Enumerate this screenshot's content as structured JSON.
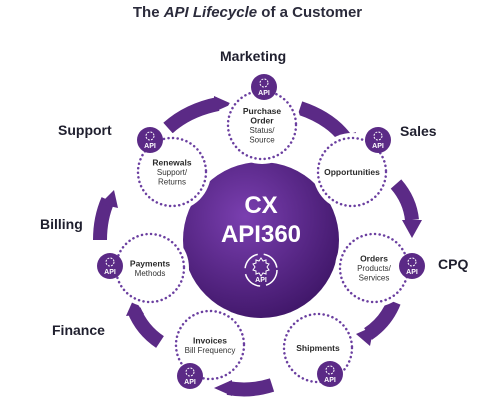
{
  "title": {
    "prefix": "The ",
    "emphasis": "API Lifecycle",
    "suffix": " of a Customer"
  },
  "center": {
    "line1": "CX",
    "line2": "API360",
    "badge": "API"
  },
  "api_badge_text": "API",
  "stages": [
    {
      "label": "Marketing",
      "node_title": [
        "Purchase",
        "Order"
      ],
      "node_sub": [
        "Status/",
        "Source"
      ]
    },
    {
      "label": "Sales",
      "node_title": [
        "Opportunities"
      ],
      "node_sub": []
    },
    {
      "label": "CPQ",
      "node_title": [
        "Orders"
      ],
      "node_sub": [
        "Products/",
        "Services"
      ]
    },
    {
      "label": "",
      "node_title": [
        "Shipments"
      ],
      "node_sub": []
    },
    {
      "label": "Finance",
      "node_title": [
        "Invoices"
      ],
      "node_sub": [
        "Bill Frequency"
      ]
    },
    {
      "label": "Billing",
      "node_title": [
        "Payments"
      ],
      "node_sub": [
        "Methods"
      ]
    },
    {
      "label": "Support",
      "node_title": [
        "Renewals"
      ],
      "node_sub": [
        "Support/",
        "Returns"
      ]
    }
  ],
  "colors": {
    "purple": "#5b2a86",
    "purple_dark": "#3d1a63",
    "dots": "#6b3fa0"
  }
}
